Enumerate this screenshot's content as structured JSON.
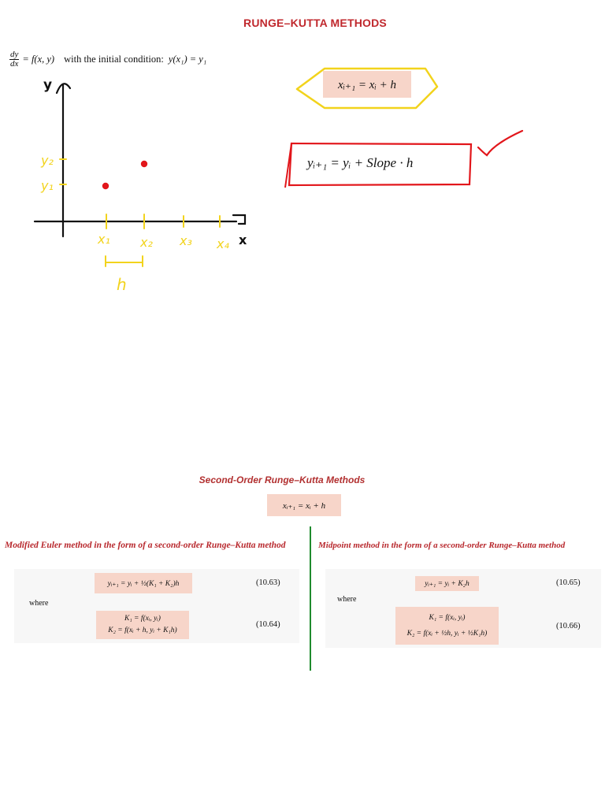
{
  "page": {
    "title": "RUNGE–KUTTA METHODS"
  },
  "ode": {
    "dy": "dy",
    "dx": "dx",
    "rhs": "= f(x, y)",
    "condition_text": "with the initial condition:",
    "condition_expr": "y(x₁) = y₁"
  },
  "sketch": {
    "y_axis_label": "y",
    "x_axis_label": "x",
    "y_ticks": [
      "y₂",
      "y₁"
    ],
    "x_ticks": [
      "x₁",
      "x₂",
      "x₃",
      "x₄"
    ],
    "step_label": "h",
    "ink_color": "#f2d31c",
    "point_color": "#e2161b"
  },
  "formulas": {
    "x_update": "xᵢ₊₁ = xᵢ + h",
    "y_update": "yᵢ₊₁ = yᵢ + Slope · h",
    "arrow_color": "#f2d31c",
    "box_color": "#e2161b"
  },
  "second_order": {
    "title": "Second-Order Runge–Kutta Methods",
    "x_update": "xᵢ₊₁ = xᵢ + h",
    "modified_euler": {
      "heading": "Modified Euler method in the form of a second-order Runge–Kutta method",
      "eq1": "yᵢ₊₁ = yᵢ + ½(K₁ + K₂)h",
      "eq1_num": "(10.63)",
      "where": "where",
      "k1": "K₁ = f(xᵢ, yᵢ)",
      "k2": "K₂ = f(xᵢ + h, yᵢ + K₁h)",
      "eq2_num": "(10.64)"
    },
    "midpoint": {
      "heading": "Midpoint method in the form of a second-order Runge–Kutta method",
      "eq1": "yᵢ₊₁ = yᵢ + K₂h",
      "eq1_num": "(10.65)",
      "where": "where",
      "k1": "K₁ = f(xᵢ, yᵢ)",
      "k2": "K₂ = f(xᵢ + ½h, yᵢ + ½K₁h)",
      "eq2_num": "(10.66)"
    },
    "divider_color": "#1f8b2e"
  }
}
